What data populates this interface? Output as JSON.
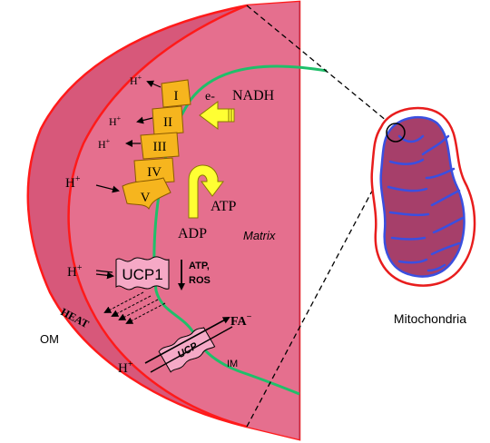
{
  "colors": {
    "membrane_fill": "#d7587a",
    "membrane_fill_light": "#e6718f",
    "membrane_stroke": "#ff1a1a",
    "inner_membrane": "#1fbf6a",
    "complex_fill": "#f6b51e",
    "complex_stroke": "#8a5a00",
    "arrow_yellow": "#ffff33",
    "ucp_fill": "#f5a9c6",
    "mito_inner": "#a63f6a",
    "mito_cristae": "#3a4fe0",
    "mito_outer": "#e81d1d"
  },
  "complexes": {
    "c1": "I",
    "c2": "II",
    "c3": "III",
    "c4": "IV",
    "c5": "V"
  },
  "labels": {
    "proton": "H",
    "proton_charge": "+",
    "electron": "e-",
    "nadh": "NADH",
    "atp": "ATP",
    "adp": "ADP",
    "matrix": "Matrix",
    "ucp1": "UCP1",
    "atp_ros_line1": "ATP,",
    "atp_ros_line2": "ROS",
    "heat": "HEAT",
    "ucp": "UCP",
    "fa": "FA",
    "fa_charge": "−",
    "om": "OM",
    "im": "IM",
    "mitochondria": "Mitochondria"
  }
}
